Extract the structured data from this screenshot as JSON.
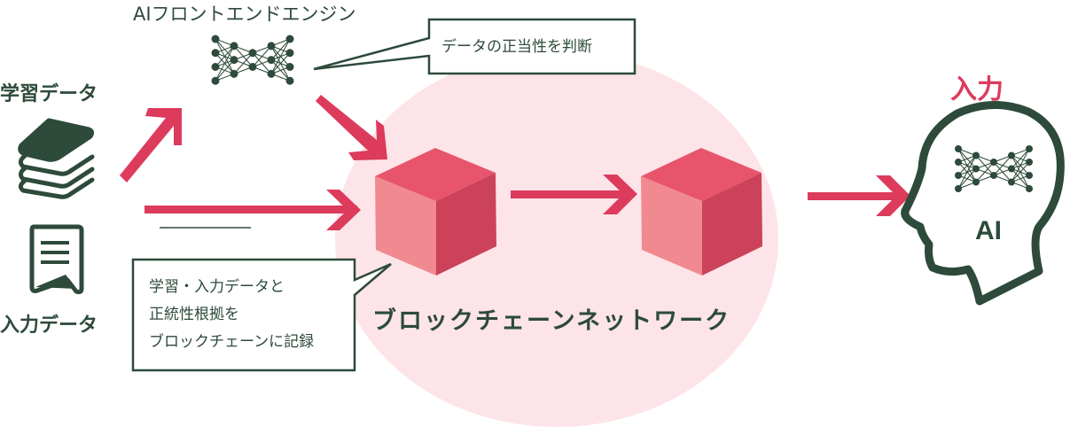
{
  "colors": {
    "accent": "#dd3b5c",
    "dark": "#2d4a3a",
    "network_bg": "#fde4e8",
    "cube_top": "#e8546c",
    "cube_left": "#f08a90",
    "cube_right": "#cc4259"
  },
  "labels": {
    "training_data": "学習データ",
    "input_data": "入力データ",
    "ai_frontend_engine": "AIフロントエンドエンジン",
    "blockchain_network": "ブロックチェーンネットワーク",
    "input": "入力",
    "ai": "AI"
  },
  "callouts": {
    "validate": "データの正当性を判断",
    "record": {
      "lines": [
        "学習・入力データと",
        "正統性根拠を",
        "ブロックチェーンに記録"
      ]
    }
  },
  "icons": {
    "training_data": "books-stack-icon",
    "input_data": "document-icon",
    "engine": "neural-network-icon",
    "block": "cube-icon",
    "ai_head": "head-with-neural-network-icon"
  },
  "flow": [
    {
      "from": "training_data",
      "to": "ai_frontend_engine"
    },
    {
      "from": "ai_frontend_engine",
      "to": "block_1"
    },
    {
      "from": "input_data",
      "to": "block_1"
    },
    {
      "from": "block_1",
      "to": "block_2"
    },
    {
      "from": "block_2",
      "to": "ai"
    }
  ]
}
